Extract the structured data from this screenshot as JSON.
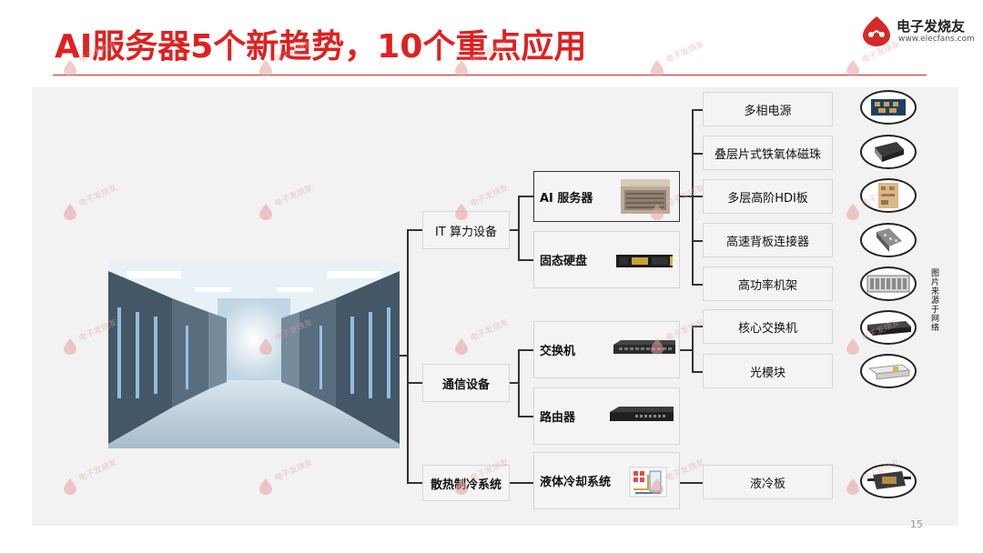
{
  "header": {
    "title": "AI服务器5个新趋势，10个重点应用"
  },
  "logo": {
    "name": "电子发烧友",
    "url": "www.elecfans.com"
  },
  "diagram": {
    "categories": [
      {
        "label": "IT 算力设备"
      },
      {
        "label": "通信设备"
      },
      {
        "label": "散热制冷系统"
      }
    ],
    "products": [
      {
        "label": "AI 服务器"
      },
      {
        "label": "固态硬盘"
      },
      {
        "label": "交换机"
      },
      {
        "label": "路由器"
      },
      {
        "label": "液体冷却系统"
      }
    ],
    "components": [
      {
        "label": "多相电源"
      },
      {
        "label": "叠层片式铁氧体磁珠"
      },
      {
        "label": "多层高阶HDI板"
      },
      {
        "label": "高速背板连接器"
      },
      {
        "label": "高功率机架"
      },
      {
        "label": "核心交换机"
      },
      {
        "label": "光模块"
      },
      {
        "label": "液冷板"
      }
    ]
  },
  "source_note": "图片来源于网络",
  "page_number": "15",
  "watermark": "电子发烧友",
  "colors": {
    "title": "#e02020",
    "title_rule": "#c91f1f",
    "panel": "#f2f2f2",
    "line": "#333333"
  }
}
